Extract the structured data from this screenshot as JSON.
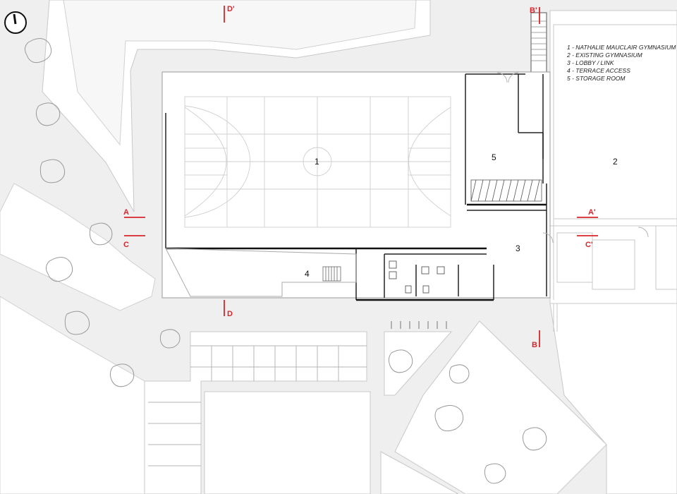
{
  "legend": {
    "items": [
      "1 - NATHALIE MAUCLAIR GYMNASIUM",
      "2 - EXISTING GYMNASIUM",
      "3 - LOBBY / LINK",
      "4 - TERRACE ACCESS",
      "5 - STORAGE ROOM"
    ]
  },
  "rooms": {
    "gym_new": "1",
    "gym_existing": "2",
    "lobby": "3",
    "terrace": "4",
    "storage": "5"
  },
  "sections": {
    "a": "A",
    "a_prime": "A'",
    "b": "B",
    "b_prime": "B'",
    "c": "C",
    "c_prime": "C'",
    "d": "D",
    "d_prime": "D'"
  },
  "icons": {
    "north": "north-arrow-icon"
  },
  "colors": {
    "section_marker": "#d7262b",
    "paving": "#efefef",
    "walls": "#111111"
  }
}
